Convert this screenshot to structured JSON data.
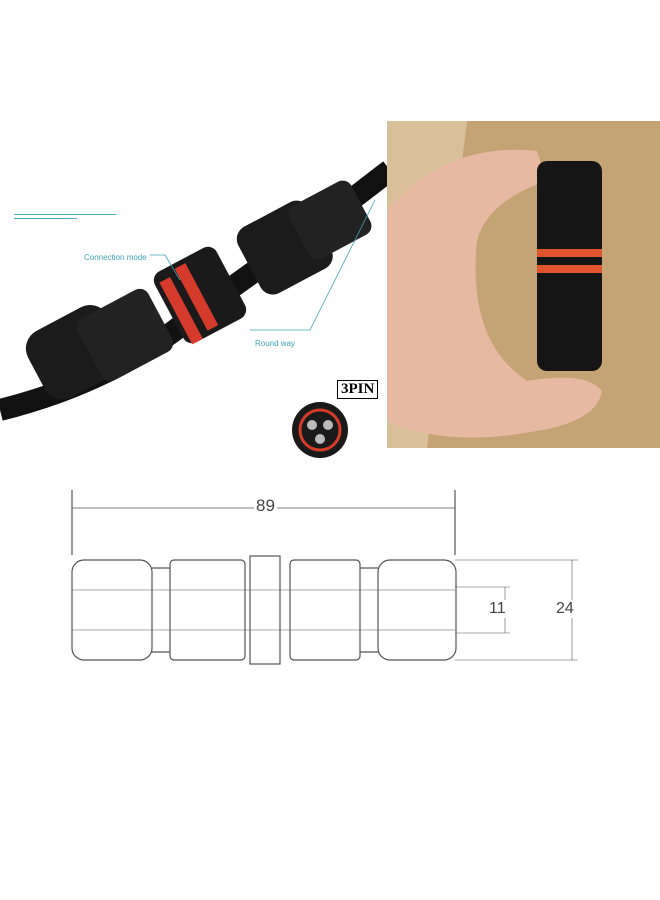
{
  "left_photo": {
    "fine_print": [
      "",
      ""
    ],
    "label_connection": "Connection mode",
    "label_round": "Round way",
    "badge": "3PIN"
  },
  "drawing": {
    "dim_length": "89",
    "dim_inner": "11",
    "dim_outer": "24"
  },
  "colors": {
    "accent_line": "#3aa6b9",
    "seal_red": "#d63a2a",
    "body_black": "#151515"
  }
}
